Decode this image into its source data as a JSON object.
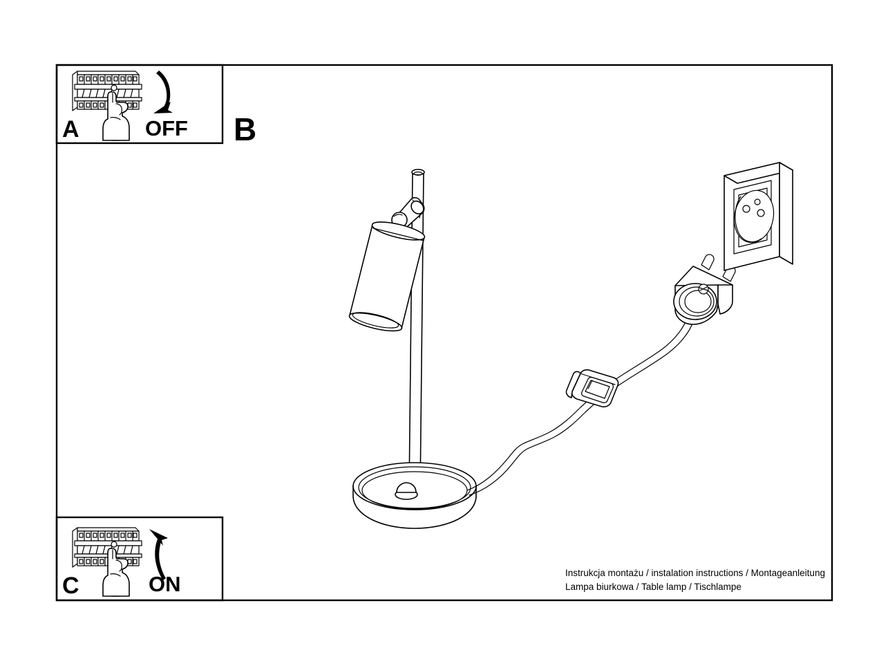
{
  "document": {
    "type": "assembly-instruction-sheet",
    "product": "Table lamp",
    "background_color": "#ffffff",
    "line_color": "#000000"
  },
  "frame": {
    "name": "outer-border"
  },
  "steps": [
    {
      "id": "A",
      "letter": "A",
      "label": "OFF",
      "position": "top-left",
      "arrow_direction": "down",
      "illustration": "circuit-breaker-panel-with-hand",
      "description": "Switch the circuit breaker OFF"
    },
    {
      "id": "B",
      "letter": "B",
      "label": "",
      "position": "center",
      "illustration": "table-lamp-with-cable-plug-and-wall-socket",
      "description": "Assemble the table lamp and connect the plug to the wall socket"
    },
    {
      "id": "C",
      "letter": "C",
      "label": "ON",
      "position": "bottom-left",
      "arrow_direction": "up",
      "illustration": "circuit-breaker-panel-with-hand",
      "description": "Switch the circuit breaker ON"
    }
  ],
  "illustration_parts": {
    "lamp_shade": "cylindrical-spot-shade",
    "lamp_joint": "ball-joint",
    "lamp_pole": "vertical-tube",
    "lamp_base": "round-disc-base",
    "cable": "power-cable",
    "inline_switch": "inline-rocker-switch",
    "plug": "two-pin-euro-plug",
    "wall_socket": "wall-mounted-socket-outlet"
  },
  "breaker_panel": {
    "module_count": 9,
    "has_busbar": true,
    "hand": "index-finger-pointing-up"
  },
  "caption": {
    "line1": "Instrukcja montażu / instalation instructions / Montageanleitung",
    "line2": "Lampa biurkowa / Table lamp / Tischlampe"
  }
}
